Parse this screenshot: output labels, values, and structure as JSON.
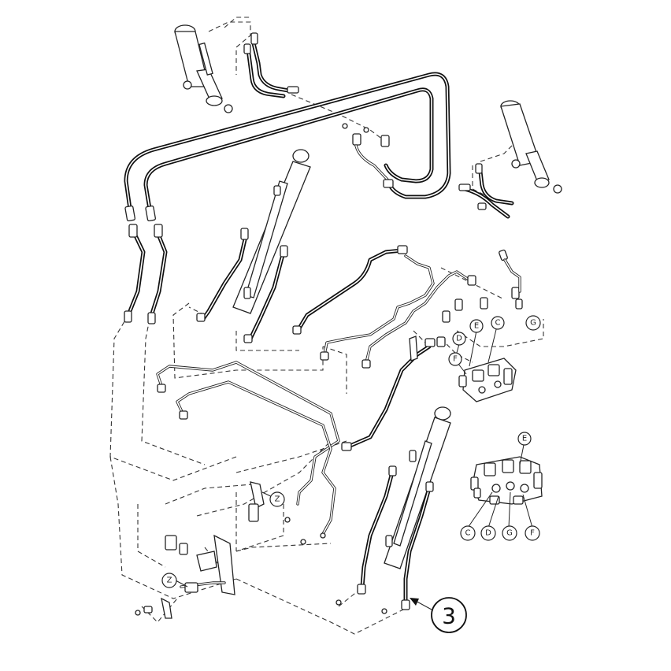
{
  "callouts": {
    "c1": "C",
    "d1": "D",
    "e1": "E",
    "f1": "F",
    "g1": "G",
    "e2": "E",
    "c2": "C",
    "d2": "D",
    "g2": "G",
    "f2": "F",
    "z1": "Z",
    "z2": "Z"
  },
  "reference_number": "3"
}
